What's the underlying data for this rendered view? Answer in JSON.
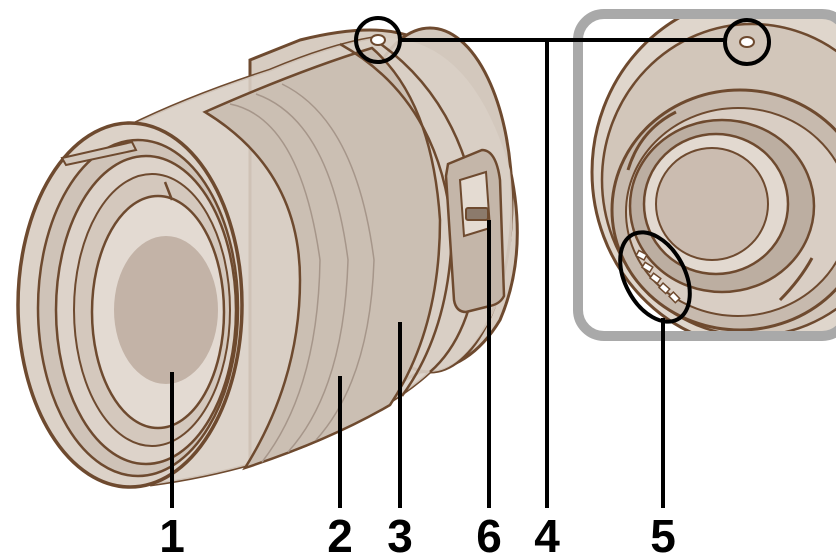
{
  "colors": {
    "outline": "#6e4a2f",
    "body_light": "#ddd3c8",
    "body_mid": "#c9bcaf",
    "body_dark": "#b5a596",
    "glass": "#cbbcb0",
    "inset_frame": "#a9a9a9",
    "leader_line": "#000000"
  },
  "callouts": [
    {
      "id": "1",
      "label": "1"
    },
    {
      "id": "2",
      "label": "2"
    },
    {
      "id": "3",
      "label": "3"
    },
    {
      "id": "6",
      "label": "6"
    },
    {
      "id": "4",
      "label": "4"
    },
    {
      "id": "5",
      "label": "5"
    }
  ]
}
